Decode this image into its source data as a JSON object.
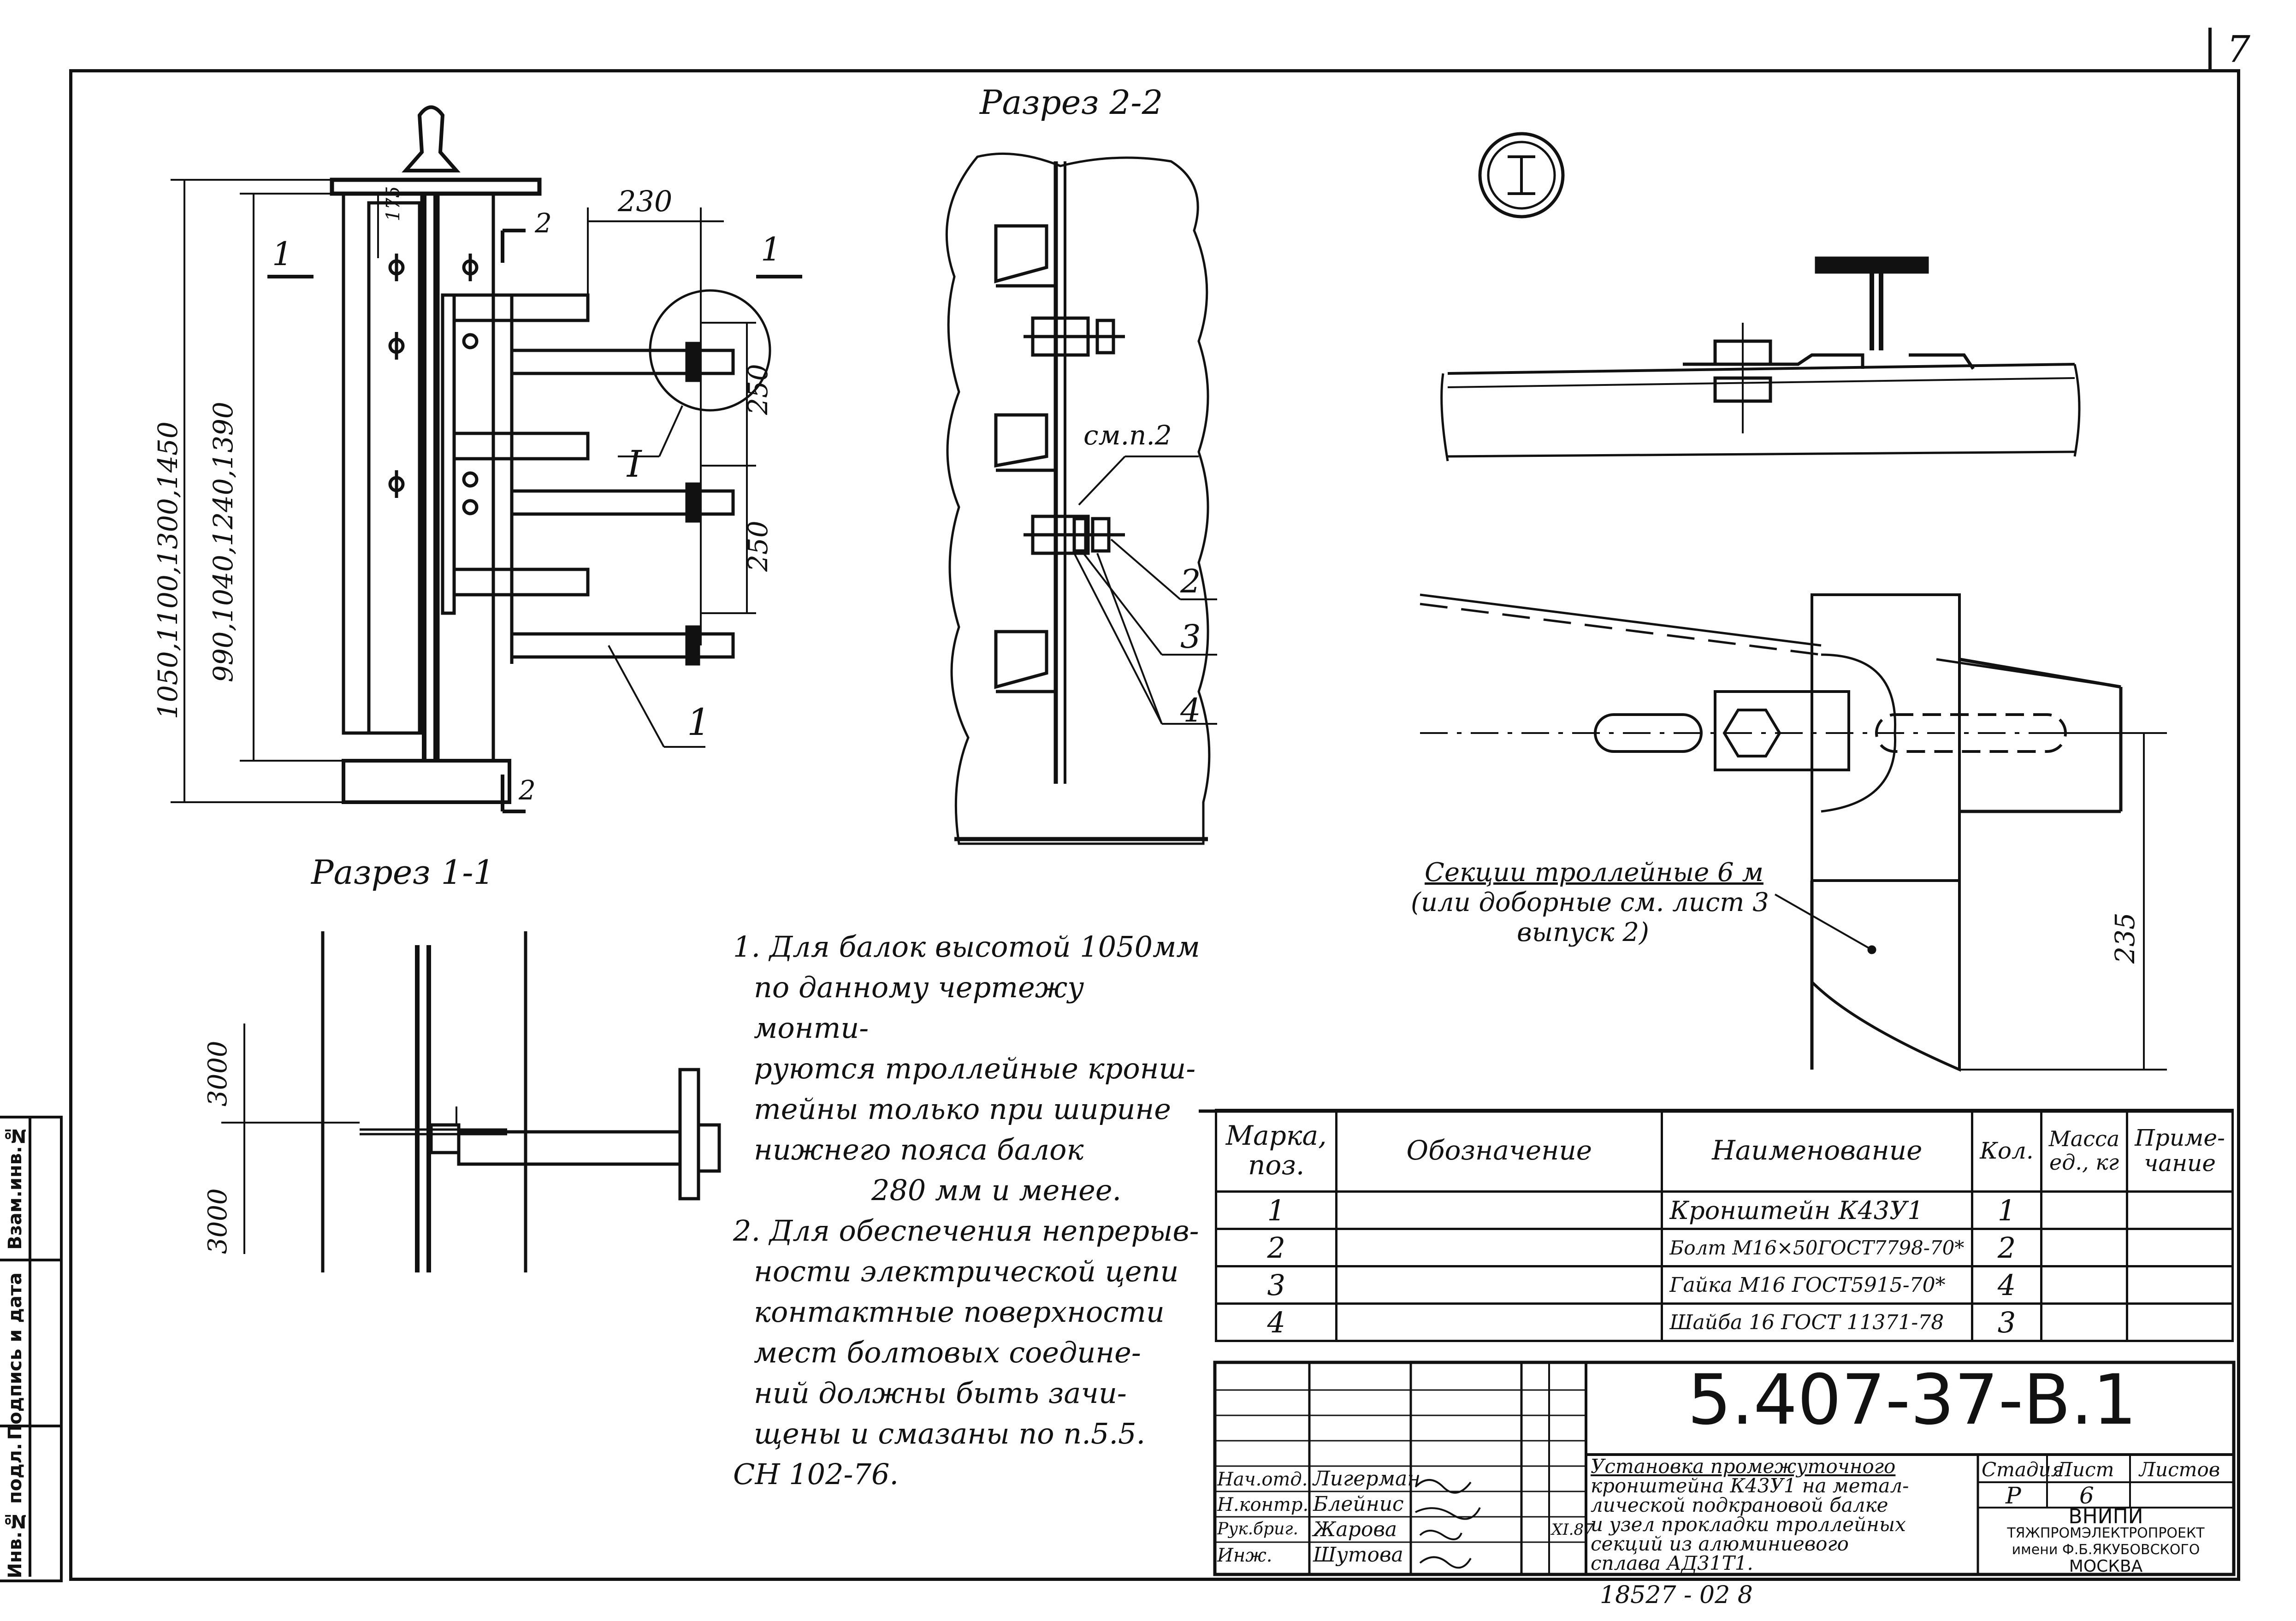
{
  "sheet_corner_number": "7",
  "section_2_title": "Разрез 2-2",
  "section_1_title": "Разрез 1-1",
  "node_mark": "I",
  "left_view": {
    "dim_outer": "1050,1100,1300,1450",
    "dim_inner": "990,1040,1240,1390",
    "dim_175": "175",
    "dim_230": "230",
    "dim_250a": "250",
    "dim_250b": "250",
    "cut_1_left": "1",
    "cut_1_right": "1",
    "cut_2_top": "2",
    "cut_2_bottom": "2",
    "node_callout": "I",
    "pos_1": "1"
  },
  "section_2_callouts": {
    "see_note": "см.п.2",
    "pos_2": "2",
    "pos_3": "3",
    "pos_4": "4"
  },
  "section_1_dims": {
    "d1": "3000",
    "d2": "3000"
  },
  "detail": {
    "trolley_label_1": "Секции троллейные 6 м",
    "trolley_label_2": "(или доборные см. лист 3",
    "trolley_label_3": "выпуск 2)",
    "dim_235": "235"
  },
  "notes": [
    "1. Для балок высотой 1050мм",
    "по данному чертежу монти-",
    "руются троллейные кронш-",
    "тейны только при ширине",
    "нижнего пояса балок",
    "280 мм и менее.",
    "2. Для обеспечения непрерыв-",
    "ности электрической цепи",
    "контактные поверхности",
    "мест болтовых соедине-",
    "ний должны быть зачи-",
    "щены и смазаны по п.5.5.",
    "СН 102-76."
  ],
  "spec_table": {
    "headers": {
      "mark": "Марка, поз.",
      "designation": "Обозначение",
      "name": "Наименование",
      "qty": "Кол.",
      "mass": "Масса ед., кг",
      "note": "Приме- чание"
    },
    "rows": [
      {
        "pos": "1",
        "designation": "",
        "name": "Кронштейн К43У1",
        "qty": "1",
        "mass": "",
        "note": ""
      },
      {
        "pos": "2",
        "designation": "",
        "name": "Болт М16×50ГОСТ7798-70*",
        "qty": "2",
        "mass": "",
        "note": ""
      },
      {
        "pos": "3",
        "designation": "",
        "name": "Гайка М16 ГОСТ5915-70*",
        "qty": "4",
        "mass": "",
        "note": ""
      },
      {
        "pos": "4",
        "designation": "",
        "name": "Шайба 16 ГОСТ 11371-78",
        "qty": "3",
        "mass": "",
        "note": ""
      }
    ]
  },
  "title_block": {
    "doc_number": "5.407-37-В.1",
    "title_lines": [
      "Установка промежуточного",
      "кронштейна К43У1 на метал-",
      "лической подкрановой балке",
      "и узел прокладки троллейных",
      "секций из алюминиевого",
      "сплава АД31Т1."
    ],
    "stage_label": "Стадия",
    "sheet_label": "Лист",
    "sheets_label": "Листов",
    "stage_value": "Р",
    "sheet_value": "6",
    "sheets_value": "",
    "org_lines": [
      "ВНИПИ",
      "ТЯЖПРОМЭЛЕКТРОПРОЕКТ",
      "имени Ф.Б.ЯКУБОВСКОГО",
      "МОСКВА"
    ],
    "roles": [
      {
        "role": "Нач.отд.",
        "name": "Лигерман"
      },
      {
        "role": "Н.контр.",
        "name": "Блейнис"
      },
      {
        "role": "Рук.бриг.",
        "name": "Жарова"
      },
      {
        "role": "Инж.",
        "name": "Шутова"
      }
    ],
    "date_value": "XI.87",
    "bottom_code": "18527 - 02   8"
  },
  "side_stamps": [
    "Инв.№ подл.",
    "Подпись и дата",
    "Взам.инв.№"
  ]
}
